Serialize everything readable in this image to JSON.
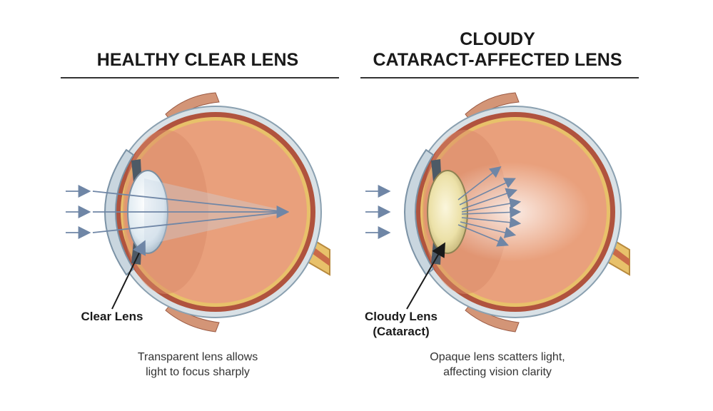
{
  "left_panel": {
    "title": "HEALTHY CLEAR LENS",
    "lens_label": "Clear Lens",
    "caption_line1": "Transparent lens allows",
    "caption_line2": "light to focus sharply"
  },
  "right_panel": {
    "title_line1": "CLOUDY",
    "title_line2": "CATARACT-AFFECTED LENS",
    "lens_label_line1": "Cloudy Lens",
    "lens_label_line2": "(Cataract)",
    "caption_line1": "Opaque lens scatters light,",
    "caption_line2": "affecting vision clarity"
  },
  "colors": {
    "eye_interior": "#e9a07c",
    "sclera": "#d9e1e6",
    "choroid": "#b0533e",
    "retina": "#e8c16a",
    "clear_lens": "#e8f1f6",
    "cloudy_lens": "#efe6b8",
    "light_ray": "#6f86a6"
  }
}
